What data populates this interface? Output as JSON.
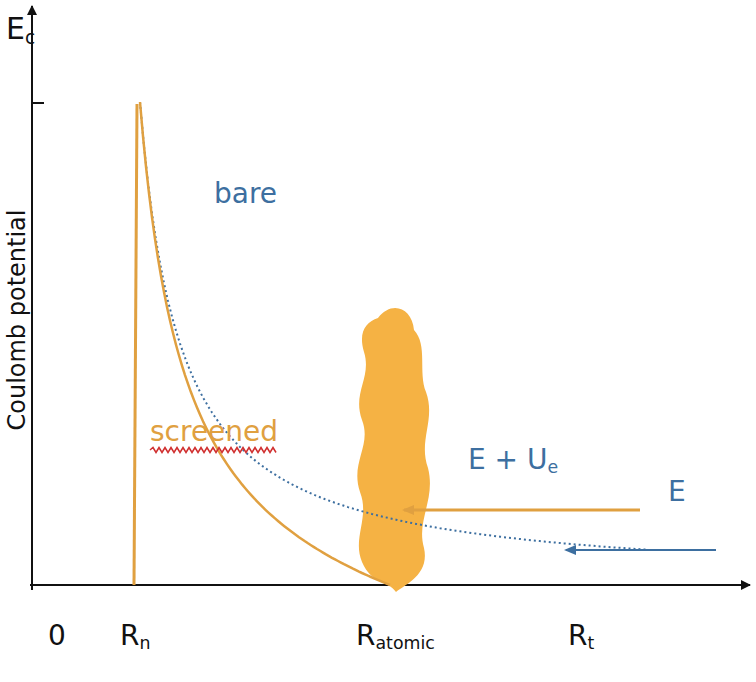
{
  "diagram": {
    "labels": [
      "Ec",
      "Coulomb potential",
      "bare",
      "screened",
      "E + Ue",
      "E",
      "0",
      "Rn",
      "Ratomic",
      "Rt"
    ]
  }
}
